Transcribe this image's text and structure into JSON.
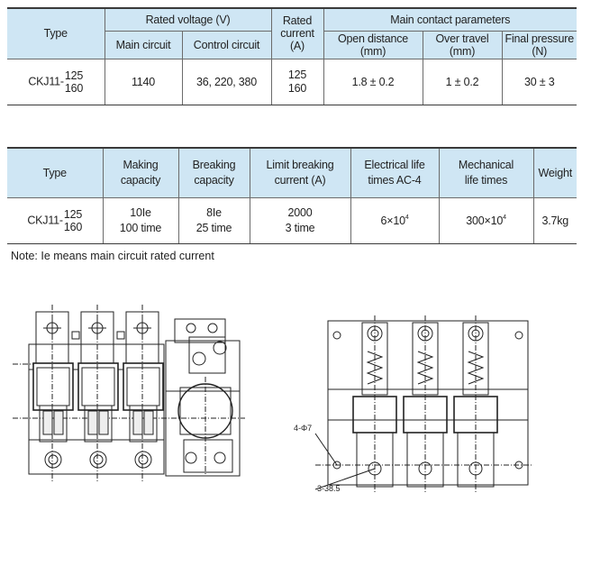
{
  "table1": {
    "headers": {
      "type": "Type",
      "rated_voltage": "Rated voltage (V)",
      "main_circuit": "Main circuit",
      "control_circuit": "Control circuit",
      "rated_current_line1": "Rated",
      "rated_current_line2": "current",
      "rated_current_line3": "(A)",
      "main_contact": "Main contact parameters",
      "open_distance": "Open distance (mm)",
      "over_travel": "Over travel (mm)",
      "final_pressure": "Final pressure (N)"
    },
    "row": {
      "type_prefix": "CKJ11-",
      "type_top": "125",
      "type_bottom": "160",
      "main_circuit": "1140",
      "control_circuit": "36, 220, 380",
      "current_top": "125",
      "current_bottom": "160",
      "open_distance": "1.8 ± 0.2",
      "over_travel": "1 ± 0.2",
      "final_pressure": "30 ± 3"
    }
  },
  "table2": {
    "headers": {
      "type": "Type",
      "making_line1": "Making",
      "making_line2": "capacity",
      "breaking_line1": "Breaking",
      "breaking_line2": "capacity",
      "limit_line1": "Limit breaking",
      "limit_line2": "current (A)",
      "electrical_line1": "Electrical life",
      "electrical_line2": "times AC-4",
      "mechanical_line1": "Mechanical",
      "mechanical_line2": "life times",
      "weight": "Weight"
    },
    "row": {
      "type_prefix": "CKJ11-",
      "type_top": "125",
      "type_bottom": "160",
      "making_top": "10Ie",
      "making_bottom": "100 time",
      "breaking_top": "8Ie",
      "breaking_bottom": "25 time",
      "limit_top": "2000",
      "limit_bottom": "3 time",
      "electrical_base": "6×10",
      "electrical_exp": "4",
      "mechanical_base": "300×10",
      "mechanical_exp": "4",
      "weight": "3.7kg"
    }
  },
  "note": "Note: Ie means main circuit rated current",
  "drawing_labels": {
    "holes": "4-Φ7",
    "slots": "3-38.5"
  }
}
